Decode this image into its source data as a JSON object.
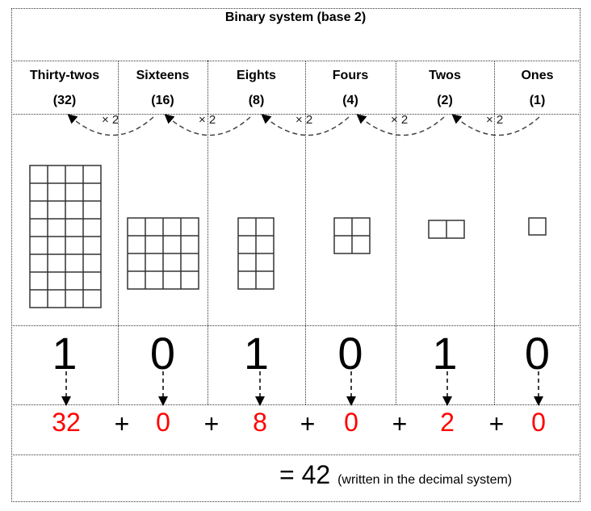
{
  "title": "Binary system (base 2)",
  "columns": [
    {
      "name": "Thirty-twos",
      "value_label": "(32)",
      "digit": "1",
      "contribution": "32",
      "grid_cols": 4,
      "grid_rows": 8
    },
    {
      "name": "Sixteens",
      "value_label": "(16)",
      "digit": "0",
      "contribution": "0",
      "grid_cols": 4,
      "grid_rows": 4
    },
    {
      "name": "Eights",
      "value_label": "(8)",
      "digit": "1",
      "contribution": "8",
      "grid_cols": 2,
      "grid_rows": 4
    },
    {
      "name": "Fours",
      "value_label": "(4)",
      "digit": "0",
      "contribution": "0",
      "grid_cols": 2,
      "grid_rows": 2
    },
    {
      "name": "Twos",
      "value_label": "(2)",
      "digit": "1",
      "contribution": "2",
      "grid_cols": 2,
      "grid_rows": 1
    },
    {
      "name": "Ones",
      "value_label": "(1)",
      "digit": "0",
      "contribution": "0",
      "grid_cols": 1,
      "grid_rows": 1
    }
  ],
  "multiplier_label": "× 2",
  "plus_sign": "+",
  "result": {
    "equals": "=",
    "value": "42",
    "note": "(written in the decimal system)"
  },
  "colors": {
    "contribution": "#ff0000",
    "lines": "#333333"
  }
}
